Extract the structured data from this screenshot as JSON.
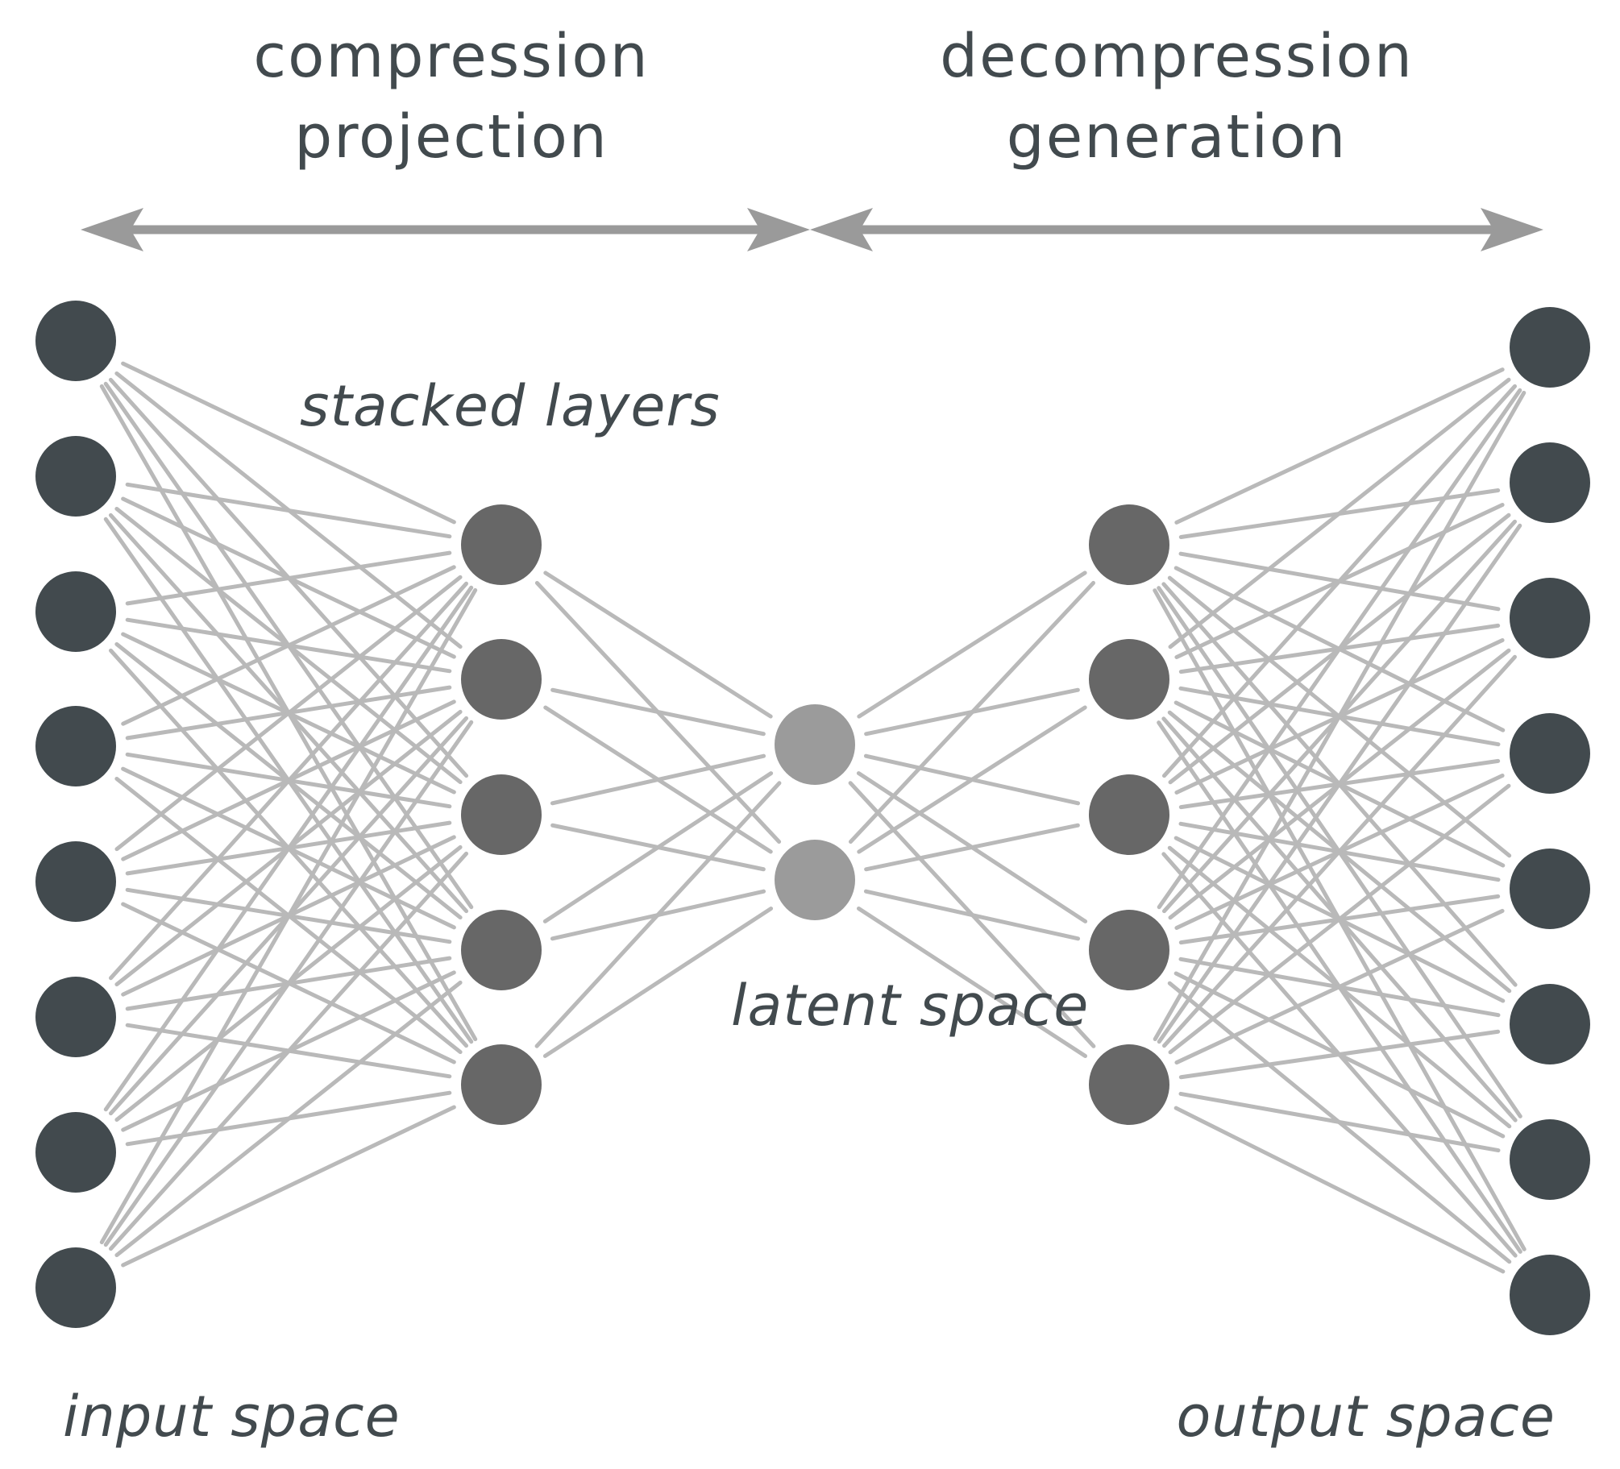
{
  "headings": {
    "left_line1": "compression",
    "left_line2": "projection",
    "right_line1": "decompression",
    "right_line2": "generation"
  },
  "labels": {
    "stacked_layers": "stacked layers",
    "latent_space": "latent space",
    "input_space": "input space",
    "output_space": "output space"
  },
  "network": {
    "layers": [
      {
        "name": "input",
        "nodes": 8,
        "color": "#424a4e"
      },
      {
        "name": "encoder-hidden",
        "nodes": 5,
        "color": "#676767"
      },
      {
        "name": "latent",
        "nodes": 2,
        "color": "#9b9b9b"
      },
      {
        "name": "decoder-hidden",
        "nodes": 5,
        "color": "#676767"
      },
      {
        "name": "output",
        "nodes": 8,
        "color": "#424a4e"
      }
    ],
    "edge_color": "#b9b9b9",
    "arrow_color": "#9a9a9a"
  }
}
